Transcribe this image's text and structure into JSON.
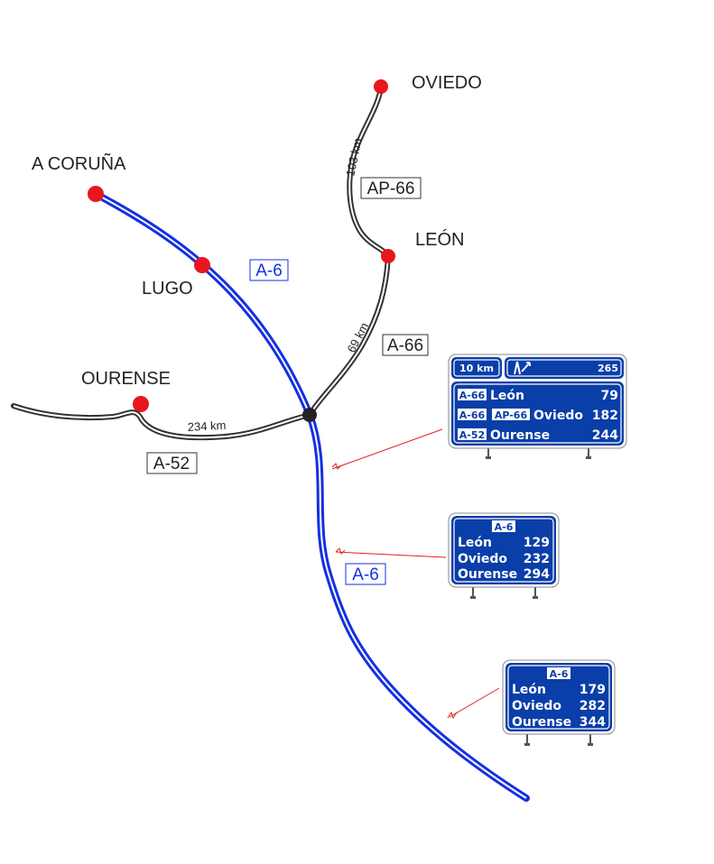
{
  "cities": {
    "oviedo": "OVIEDO",
    "a_coruna": "A CORUÑA",
    "leon": "LEÓN",
    "lugo": "LUGO",
    "ourense": "OURENSE"
  },
  "roads": {
    "a6_north": "A-6",
    "a6_south": "A-6",
    "ap66": "AP-66",
    "a66": "A-66",
    "a52": "A-52"
  },
  "distances": {
    "ap66": "103 km",
    "a66": "69 km",
    "a52": "234 km"
  },
  "sign1": {
    "exit_distance": "10 km",
    "exit_number": "265",
    "rows": [
      {
        "codes": [
          "A-66"
        ],
        "destination": "León",
        "km": "79"
      },
      {
        "codes": [
          "A-66",
          "AP-66"
        ],
        "destination": "Oviedo",
        "km": "182"
      },
      {
        "codes": [
          "A-52"
        ],
        "destination": "Ourense",
        "km": "244"
      }
    ]
  },
  "sign2": {
    "road": "A-6",
    "rows": [
      {
        "destination": "León",
        "km": "129"
      },
      {
        "destination": "Oviedo",
        "km": "232"
      },
      {
        "destination": "Ourense",
        "km": "294"
      }
    ]
  },
  "sign3": {
    "road": "A-6",
    "rows": [
      {
        "destination": "León",
        "km": "179"
      },
      {
        "destination": "Oviedo",
        "km": "282"
      },
      {
        "destination": "Ourense",
        "km": "344"
      }
    ]
  },
  "colors": {
    "motorway_a6": "#1530e0",
    "other_roads": "#333333",
    "city_marker": "#e8161e",
    "sign_blue": "#0a3ea8",
    "pointer": "#e02020"
  }
}
